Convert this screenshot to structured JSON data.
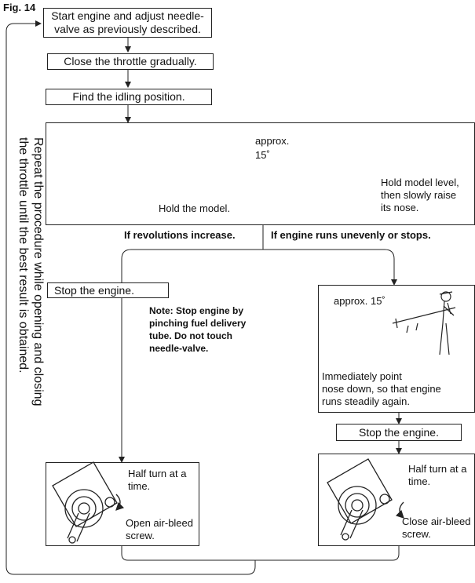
{
  "title": "Fig. 14",
  "step_start": "Start engine and adjust needle-valve as previously described.",
  "step_start_l1": "Start engine and adjust needle-",
  "step_start_l2": "valve as previously described.",
  "step_close": "Close the throttle gradually.",
  "step_find": "Find the idling position.",
  "panel": {
    "approx_top_l1": "approx.",
    "approx_top_l2": "15˚",
    "hold_model": "Hold the model.",
    "hold_level_l1": "Hold model level,",
    "hold_level_l2": "then slowly raise",
    "hold_level_l3": "its nose."
  },
  "branch_left": "If revolutions increase.",
  "branch_right": "If engine runs unevenly or stops.",
  "left": {
    "stop_engine": "Stop the engine.",
    "note_l1": "Note: Stop engine by",
    "note_l2": "pinching fuel delivery",
    "note_l3": "tube. Do not touch",
    "note_l4": "needle-valve.",
    "half_turn_l1": "Half turn at a",
    "half_turn_l2": "time.",
    "open_l1": "Open air-bleed",
    "open_l2": "screw."
  },
  "right": {
    "approx": "approx. 15˚",
    "imm_l1": "Immediately point",
    "imm_l2": "nose down, so that engine",
    "imm_l3": "runs steadily again.",
    "stop_engine": "Stop the engine.",
    "half_turn_l1": "Half turn at a",
    "half_turn_l2": "time.",
    "close_l1": "Close air-bleed",
    "close_l2": "screw."
  },
  "side_l1": "Repeat the procedure while opening and closing",
  "side_l2": "the throttle until the best result is obtained."
}
